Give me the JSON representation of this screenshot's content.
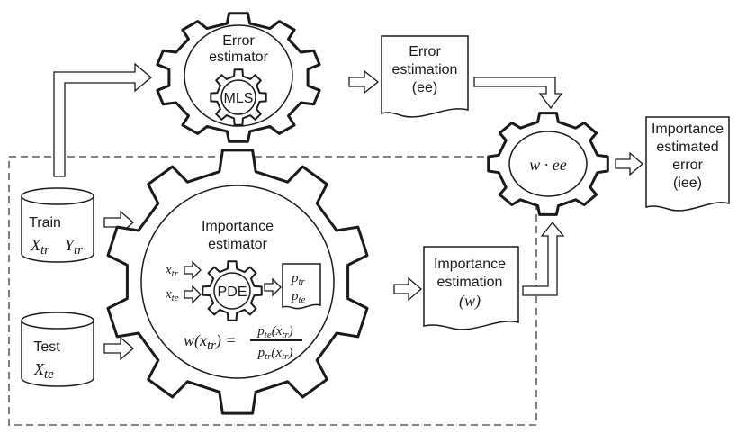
{
  "error_estimator": {
    "title_line1": "Error",
    "title_line2": "estimator",
    "inner_gear": "MLS"
  },
  "error_estimation": {
    "line1": "Error",
    "line2": "estimation",
    "line3": "(ee)"
  },
  "importance_estimator": {
    "title_line1": "Importance",
    "title_line2": "estimator",
    "inner_gear": "PDE"
  },
  "importance_estimation": {
    "line1": "Importance",
    "line2": "estimation",
    "line3": "(w)"
  },
  "product_gear": {
    "label": "w · ee"
  },
  "importance_estimated_error": {
    "line1": "Importance",
    "line2": "estimated",
    "line3": "error",
    "line4": "(iee)"
  },
  "train": {
    "label": "Train",
    "x": "X_tr",
    "y": "Y_tr"
  },
  "test": {
    "label": "Test",
    "x": "X_te"
  },
  "pde_inputs": {
    "in1": "x_tr",
    "in2": "x_te"
  },
  "pde_outputs": {
    "out1": "p_tr",
    "out2": "p_te"
  },
  "formula": {
    "lhs": "w(x_tr) =",
    "numerator": "p_te(x_tr)",
    "denominator": "p_tr(x_tr)"
  }
}
